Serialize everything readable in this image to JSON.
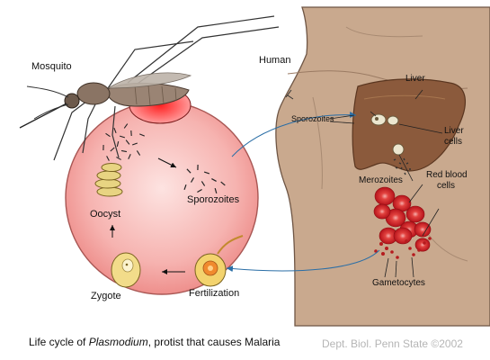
{
  "labels": {
    "mosquito": "Mosquito",
    "human": "Human",
    "liver": "Liver",
    "sporozoites_liver": "Sporozoites",
    "liver_cells_1": "Liver",
    "liver_cells_2": "cells",
    "merozoites": "Merozoites",
    "rbc_1": "Red blood",
    "rbc_2": "cells",
    "gametocytes": "Gametocytes",
    "sporozoites": "Sporozoites",
    "oocyst": "Oocyst",
    "zygote": "Zygote",
    "fertilization": "Fertilization"
  },
  "caption": {
    "prefix": "Life cycle of ",
    "italic": "Plasmodium",
    "suffix": ", protist that causes Malaria"
  },
  "credit": "Dept. Biol. Penn State ©2002",
  "colors": {
    "circle_fill": "#f4a7a4",
    "skin": "#c9a98e",
    "liver": "#8b5a3c",
    "blood_cell": "#d8282c",
    "arrow_blue": "#2a6ea6"
  }
}
